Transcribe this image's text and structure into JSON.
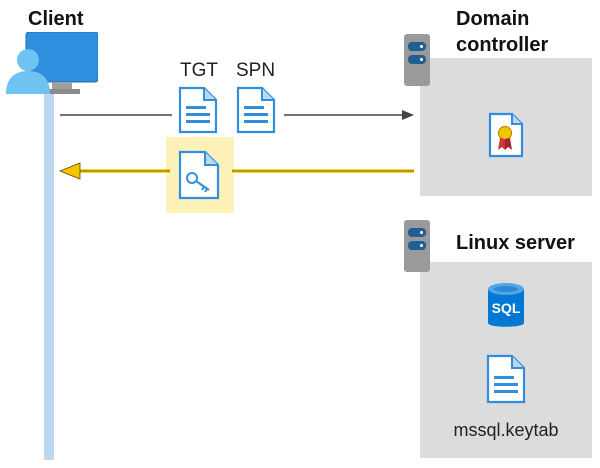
{
  "client": {
    "title": "Client",
    "icon": "user-monitor-icon"
  },
  "domain_controller": {
    "title_line1": "Domain",
    "title_line2": "controller",
    "icon": "server-icon",
    "content_icon": "certificate-icon"
  },
  "linux_server": {
    "title": "Linux server",
    "icon": "server-icon",
    "sql_label": "SQL",
    "keytab_label": "mssql.keytab"
  },
  "request": {
    "doc1_label": "TGT",
    "doc2_label": "SPN"
  },
  "response": {
    "icon": "key-document-icon",
    "arrow_color": "#f2c500",
    "highlight_color": "#fbf1b9"
  },
  "colors": {
    "lifeline": "#bdd7ee",
    "box": "#dcdcdc",
    "accent": "#0078d4"
  }
}
